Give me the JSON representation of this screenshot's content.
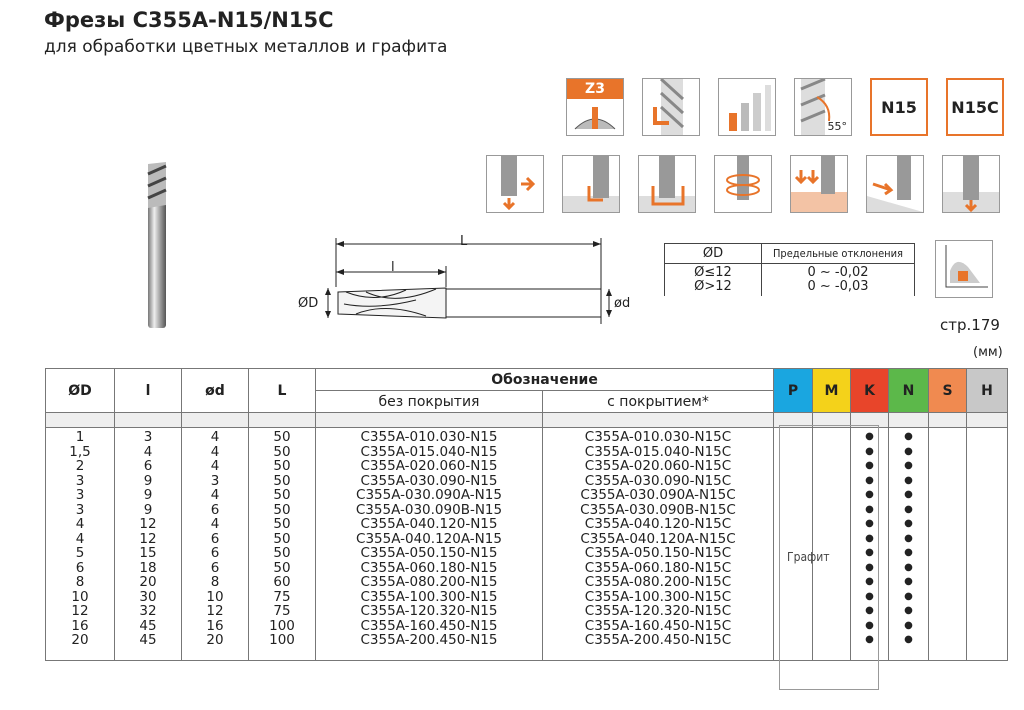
{
  "header": {
    "title": "Фрезы C355A-N15/N15C",
    "subtitle": "для обработки цветных металлов и графита"
  },
  "icons_top": [
    {
      "name": "z3-flutes-icon",
      "label": "Z3"
    },
    {
      "name": "flute-center-icon",
      "label": ""
    },
    {
      "name": "bar-levels-icon",
      "label": ""
    },
    {
      "name": "helix-angle-icon",
      "label": "55°"
    },
    {
      "name": "n15-badge",
      "label": "N15"
    },
    {
      "name": "n15c-badge",
      "label": "N15C"
    }
  ],
  "icons_bottom": [
    "side-milling-icon",
    "slotting-icon",
    "pocketing-icon",
    "helical-milling-icon",
    "plunge-milling-icon",
    "ramping-icon",
    "drilling-icon"
  ],
  "drawing": {
    "L": "L",
    "l": "l",
    "OD": "ØD",
    "od": "ød"
  },
  "tolerance": {
    "col1": "ØD",
    "col2": "Предельные отклонения",
    "rows": [
      [
        "Ø≤12",
        "0 ~ -0,02"
      ],
      [
        "Ø>12",
        "0 ~ -0,03"
      ]
    ]
  },
  "page_ref": "стр.179",
  "units": "(мм)",
  "table": {
    "headers": {
      "OD": "ØD",
      "l": "l",
      "od": "ød",
      "L": "L",
      "designation": "Обозначение",
      "no_coating": "без покрытия",
      "coating": "с покрытием*"
    },
    "materials": [
      {
        "label": "P",
        "color": "#1aa6e0"
      },
      {
        "label": "M",
        "color": "#f4d21a"
      },
      {
        "label": "K",
        "color": "#e8452a"
      },
      {
        "label": "N",
        "color": "#5cb84a"
      },
      {
        "label": "S",
        "color": "#f08a50"
      },
      {
        "label": "H",
        "color": "#c8c8c8"
      }
    ],
    "grafit_label": "Графит",
    "rows": [
      {
        "D": "1",
        "l": "3",
        "d": "4",
        "L": "50",
        "a": "C355A-010.030-N15",
        "b": "C355A-010.030-N15C"
      },
      {
        "D": "1,5",
        "l": "4",
        "d": "4",
        "L": "50",
        "a": "C355A-015.040-N15",
        "b": "C355A-015.040-N15C"
      },
      {
        "D": "2",
        "l": "6",
        "d": "4",
        "L": "50",
        "a": "C355A-020.060-N15",
        "b": "C355A-020.060-N15C"
      },
      {
        "D": "3",
        "l": "9",
        "d": "3",
        "L": "50",
        "a": "C355A-030.090-N15",
        "b": "C355A-030.090-N15C"
      },
      {
        "D": "3",
        "l": "9",
        "d": "4",
        "L": "50",
        "a": "C355A-030.090A-N15",
        "b": "C355A-030.090A-N15C"
      },
      {
        "D": "3",
        "l": "9",
        "d": "6",
        "L": "50",
        "a": "C355A-030.090B-N15",
        "b": "C355A-030.090B-N15C"
      },
      {
        "D": "4",
        "l": "12",
        "d": "4",
        "L": "50",
        "a": "C355A-040.120-N15",
        "b": "C355A-040.120-N15C"
      },
      {
        "D": "4",
        "l": "12",
        "d": "6",
        "L": "50",
        "a": "C355A-040.120A-N15",
        "b": "C355A-040.120A-N15C"
      },
      {
        "D": "5",
        "l": "15",
        "d": "6",
        "L": "50",
        "a": "C355A-050.150-N15",
        "b": "C355A-050.150-N15C"
      },
      {
        "D": "6",
        "l": "18",
        "d": "6",
        "L": "50",
        "a": "C355A-060.180-N15",
        "b": "C355A-060.180-N15C"
      },
      {
        "D": "8",
        "l": "20",
        "d": "8",
        "L": "60",
        "a": "C355A-080.200-N15",
        "b": "C355A-080.200-N15C"
      },
      {
        "D": "10",
        "l": "30",
        "d": "10",
        "L": "75",
        "a": "C355A-100.300-N15",
        "b": "C355A-100.300-N15C"
      },
      {
        "D": "12",
        "l": "32",
        "d": "12",
        "L": "75",
        "a": "C355A-120.320-N15",
        "b": "C355A-120.320-N15C"
      },
      {
        "D": "16",
        "l": "45",
        "d": "16",
        "L": "100",
        "a": "C355A-160.450-N15",
        "b": "C355A-160.450-N15C"
      },
      {
        "D": "20",
        "l": "45",
        "d": "20",
        "L": "100",
        "a": "C355A-200.450-N15",
        "b": "C355A-200.450-N15C"
      }
    ]
  }
}
